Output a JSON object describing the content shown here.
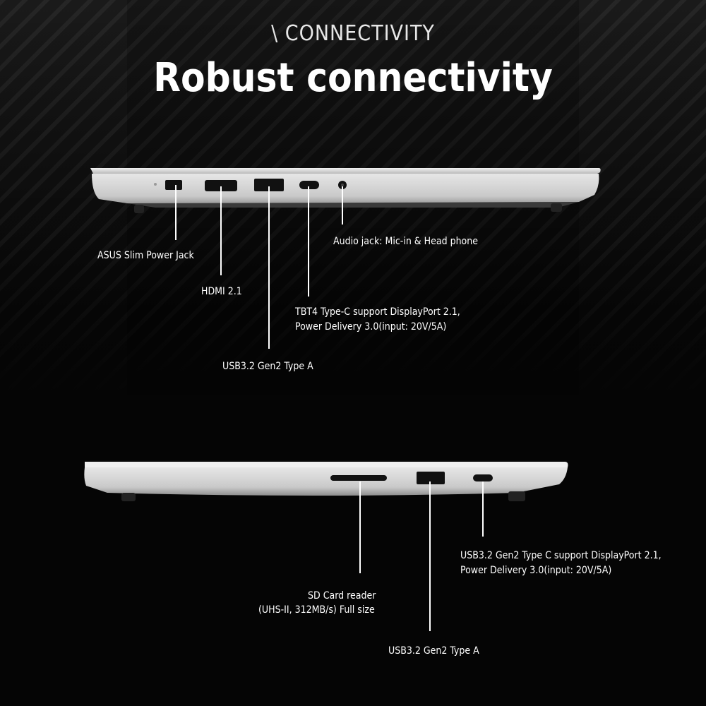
{
  "header": {
    "section_tag": "\\ CONNECTIVITY",
    "headline": "Robust connectivity"
  },
  "left_side": {
    "callouts": [
      {
        "id": "power",
        "label": "ASUS Slim Power Jack"
      },
      {
        "id": "hdmi",
        "label": "HDMI 2.1"
      },
      {
        "id": "usb_a",
        "label": "USB3.2 Gen2 Type A"
      },
      {
        "id": "tbt4",
        "line1": "TBT4 Type-C support DisplayPort 2.1,",
        "line2": "Power Delivery 3.0(input: 20V/5A)"
      },
      {
        "id": "audio",
        "label": "Audio jack: Mic-in & Head phone"
      }
    ]
  },
  "right_side": {
    "callouts": [
      {
        "id": "sd",
        "line1": "SD Card reader",
        "line2": "(UHS-II, 312MB/s) Full size"
      },
      {
        "id": "usb_a",
        "label": "USB3.2 Gen2 Type A"
      },
      {
        "id": "usb_c",
        "line1": "USB3.2 Gen2 Type C support DisplayPort 2.1,",
        "line2": "Power Delivery 3.0(input: 20V/5A)"
      }
    ]
  },
  "colors": {
    "background": "#050505",
    "chassis": "#d9d9d9",
    "chassis_shadow": "#8a8a8a",
    "port": "#111111",
    "text": "#ffffff"
  }
}
